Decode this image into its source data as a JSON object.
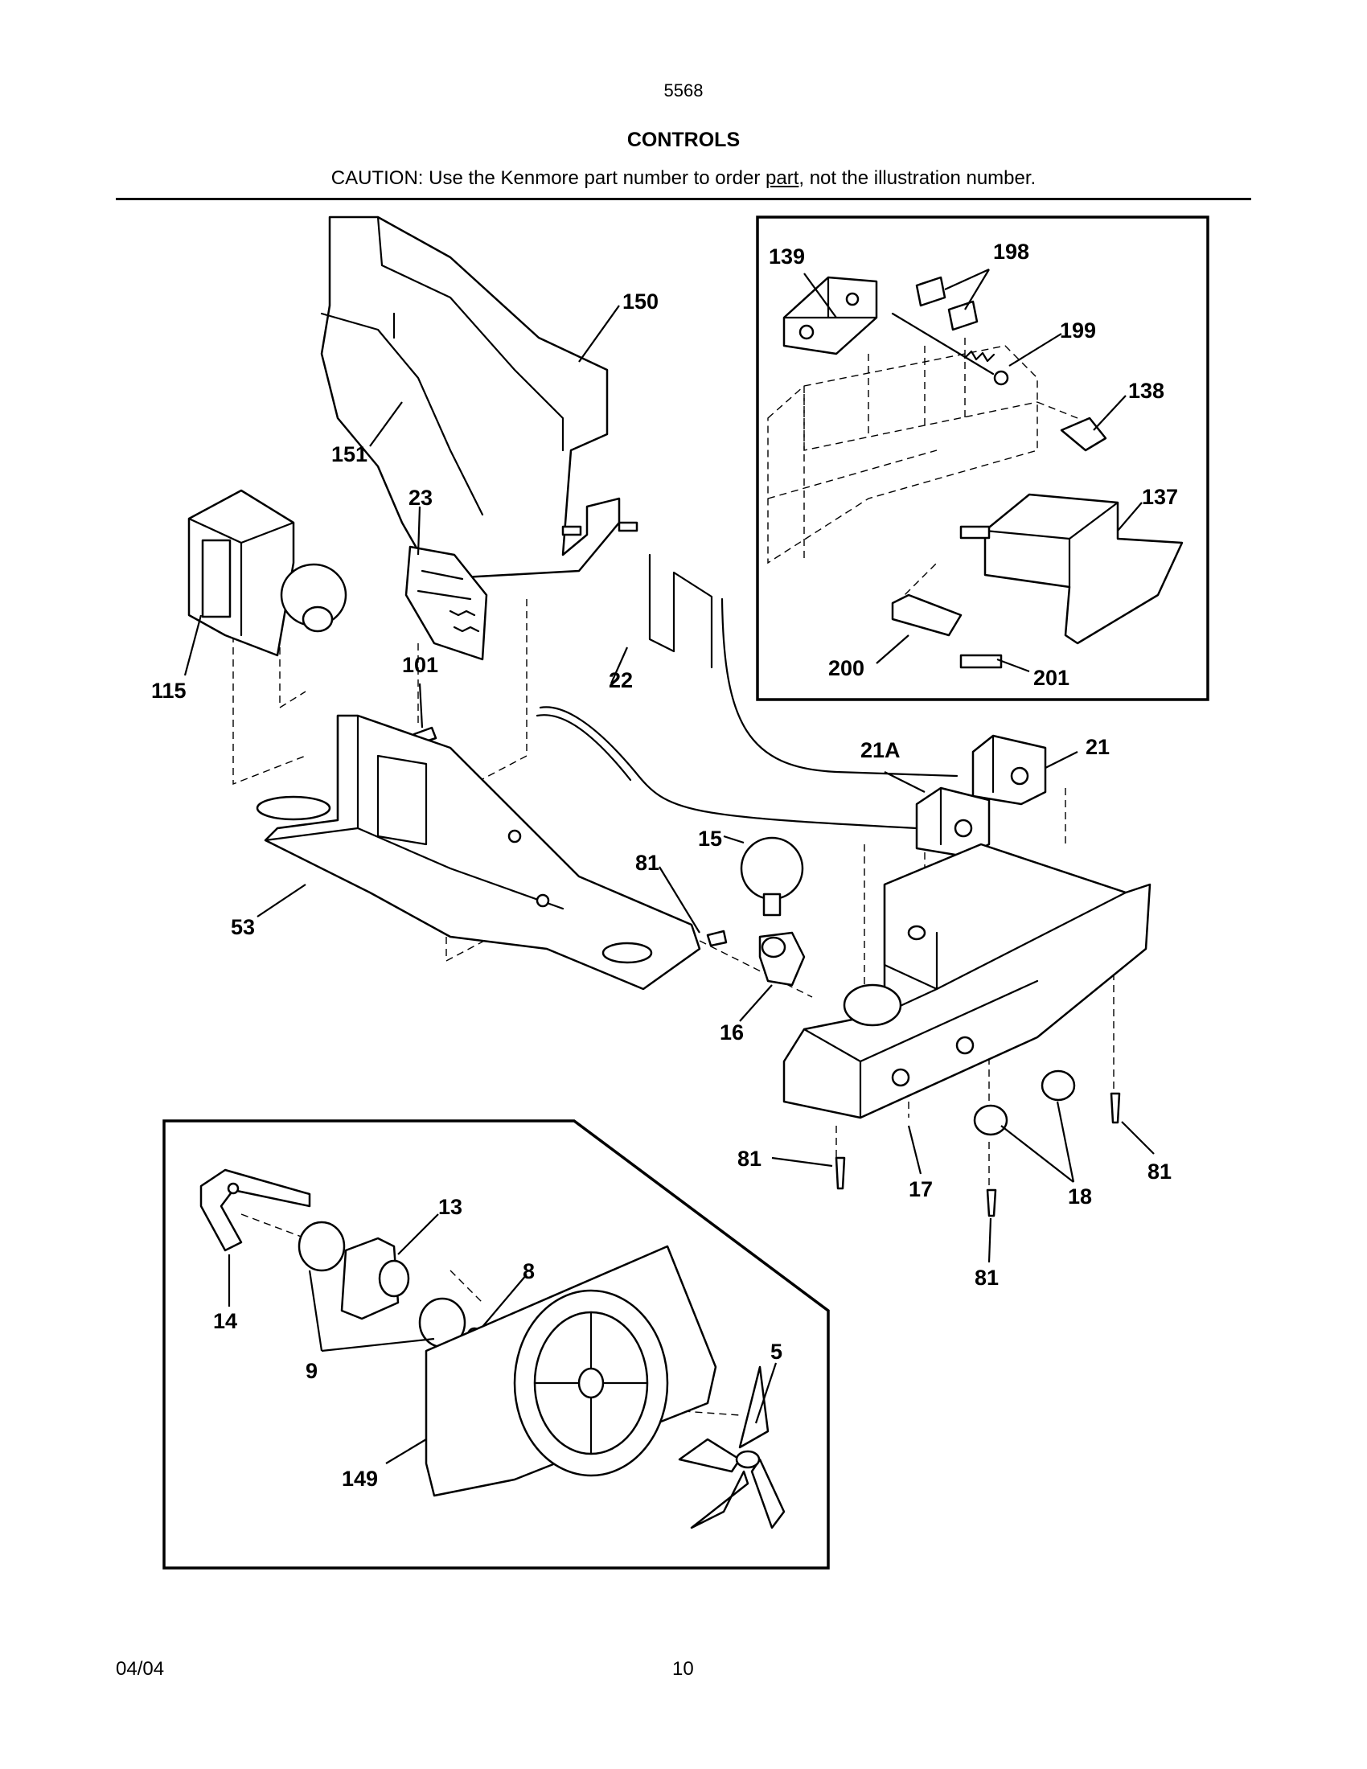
{
  "header": {
    "model_number": "5568",
    "section_title": "CONTROLS",
    "caution_prefix": "CAUTION: Use the Kenmore part number to order ",
    "caution_underlined": "part",
    "caution_suffix": ", not the illustration number."
  },
  "footer": {
    "date": "04/04",
    "page_number": "10"
  },
  "callouts": {
    "c139": "139",
    "c198": "198",
    "c199": "199",
    "c138": "138",
    "c137": "137",
    "c200": "200",
    "c201": "201",
    "c150": "150",
    "c151": "151",
    "c23": "23",
    "c115": "115",
    "c101": "101",
    "c22": "22",
    "c21a": "21A",
    "c21": "21",
    "c15": "15",
    "c81a": "81",
    "c53": "53",
    "c16": "16",
    "c81b": "81",
    "c17": "17",
    "c18": "18",
    "c81c": "81",
    "c81d": "81",
    "c13": "13",
    "c8": "8",
    "c14": "14",
    "c9": "9",
    "c5": "5",
    "c149": "149"
  }
}
